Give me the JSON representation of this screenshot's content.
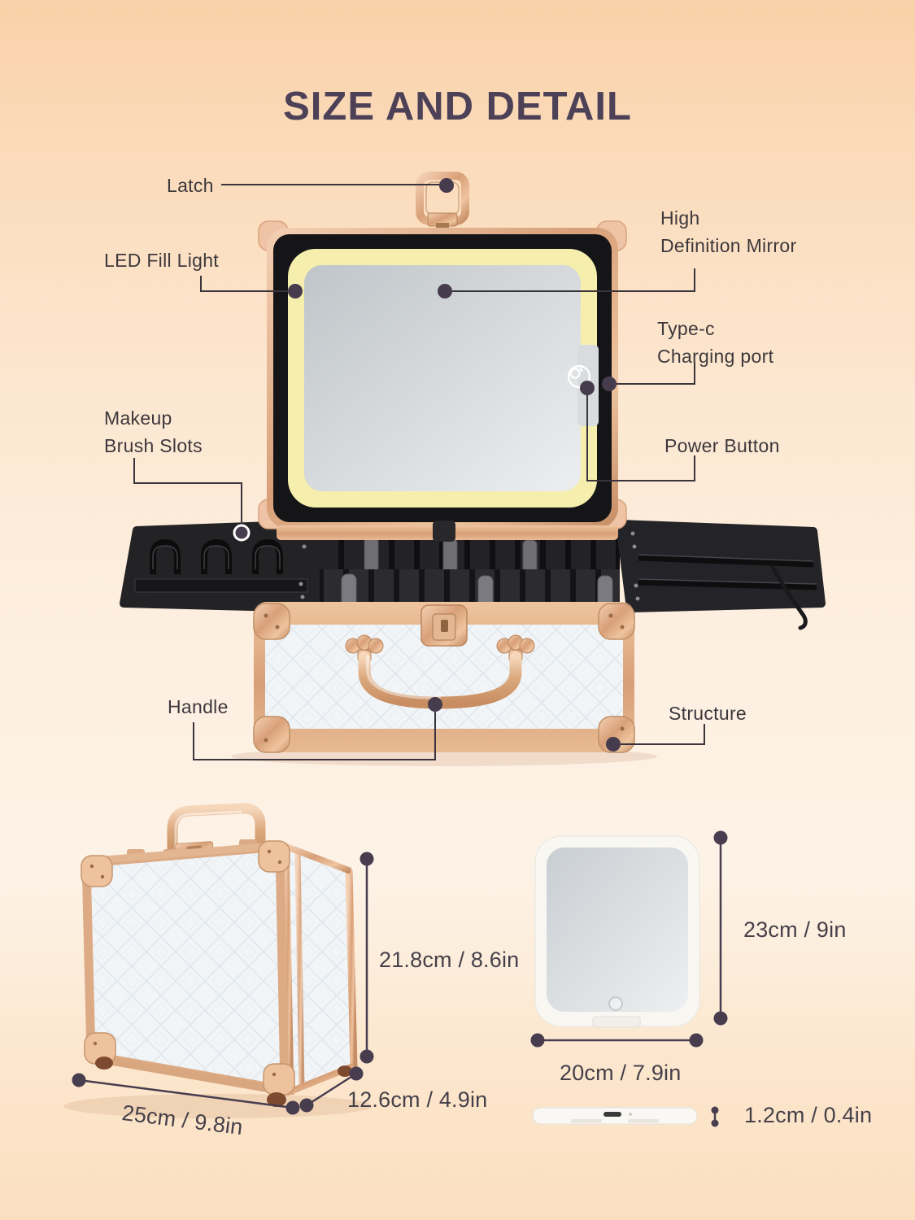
{
  "title": "SIZE AND DETAIL",
  "callouts": {
    "latch": {
      "label": "Latch"
    },
    "led_fill_light": {
      "label": "LED Fill Light"
    },
    "high_definition_mirror": {
      "lines": [
        "High",
        "Definition Mirror"
      ]
    },
    "type_c_charging_port": {
      "lines": [
        "Type-c",
        "Charging port"
      ]
    },
    "power_button": {
      "label": "Power Button"
    },
    "makeup_brush_slots": {
      "lines": [
        "Makeup",
        "Brush Slots"
      ]
    },
    "handle": {
      "label": "Handle"
    },
    "structure": {
      "label": "Structure"
    }
  },
  "dimensions": {
    "case_height": "21.8cm / 8.6in",
    "case_depth": "12.6cm / 4.9in",
    "case_width": "25cm / 9.8in",
    "mirror_height": "23cm / 9in",
    "mirror_width": "20cm / 7.9in",
    "mirror_thickness": "1.2cm / 0.4in"
  },
  "colors": {
    "background_top": "#f9d1a9",
    "background_bottom": "#fbdfc0",
    "rose_gold": "#dcab85",
    "led_yellow": "#f5eead",
    "title_text": "#4c4156",
    "label_text": "#3d383c",
    "callout_line": "#3a343d",
    "callout_dot": "#463c4e"
  }
}
